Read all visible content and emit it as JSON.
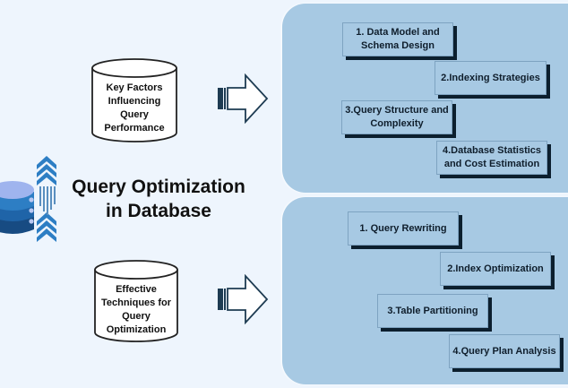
{
  "title": "Query Optimization in Database",
  "key_factors": {
    "label": "Key Factors Influencing Query Performance",
    "lines": [
      "Key Factors",
      "Influencing",
      "Query",
      "Performance"
    ],
    "steps": [
      {
        "label": "1.   Data Model and\nSchema Design"
      },
      {
        "label": "2.Indexing Strategies"
      },
      {
        "label": "3.Query Structure and\nComplexity"
      },
      {
        "label": "4.Database Statistics\nand Cost Estimation"
      }
    ]
  },
  "techniques": {
    "label": "Effective Techniques for Query Optimization",
    "lines": [
      "Effective",
      "Techniques for",
      "Query",
      "Optimization"
    ],
    "steps": [
      {
        "label": "1.   Query Rewriting"
      },
      {
        "label": "2.Index Optimization"
      },
      {
        "label": "3.Table Partitioning"
      },
      {
        "label": "4.Query Plan Analysis"
      }
    ]
  },
  "icons": {
    "database": "database-icon",
    "arrow": "right-arrow-icon",
    "cylinder": "cylinder-shape"
  },
  "colors": {
    "background": "#eef5fd",
    "panel": "#a7c9e3",
    "shadow": "#0c1f2e",
    "db_light": "#9fb4ee",
    "db_mid": "#2d7ec4",
    "db_dark": "#1c5a99"
  }
}
